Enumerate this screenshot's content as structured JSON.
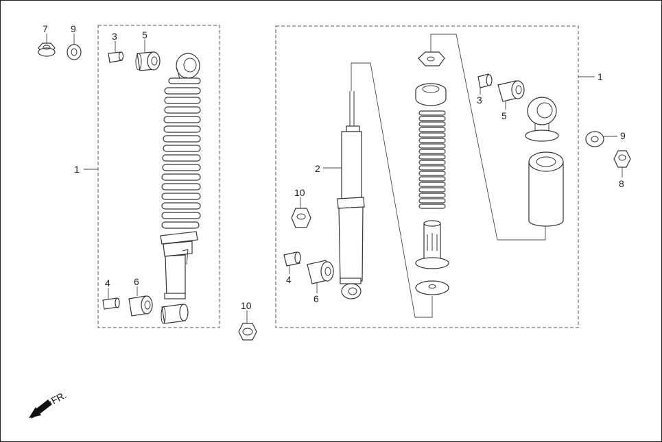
{
  "diagram": {
    "labels": {
      "left": {
        "l1": "1",
        "l3": "3",
        "l4": "4",
        "l5": "5",
        "l6": "6",
        "l7": "7",
        "l9": "9"
      },
      "center": {
        "l10": "10"
      },
      "right": {
        "r1": "1",
        "r2": "2",
        "r3": "3",
        "r4": "4",
        "r5": "5",
        "r6": "6",
        "r8": "8",
        "r9": "9",
        "r10": "10"
      }
    },
    "direction": "FR."
  }
}
